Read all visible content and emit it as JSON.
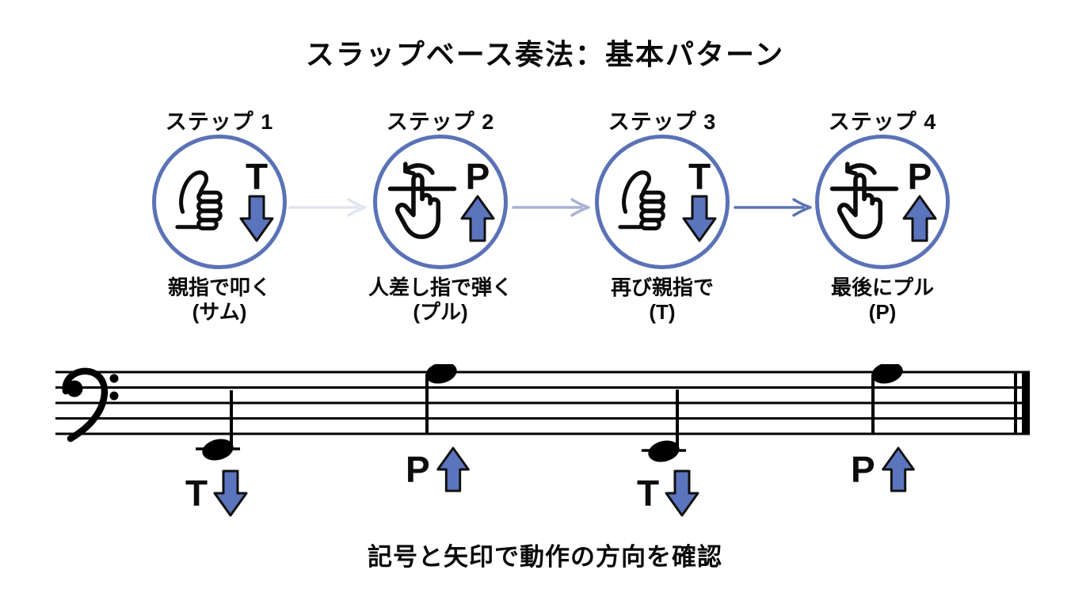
{
  "title": "スラップベース奏法：基本パターン",
  "caption": "記号と矢印で動作の方向を確認",
  "colors": {
    "circle_border": "#5a72b6",
    "block_arrow_fill": "#5b74be",
    "block_arrow_outline": "#101010",
    "flow_arrow_stage1": "#e2e4ef",
    "flow_arrow_stage2": "#a9b2d4",
    "flow_arrow_stage3": "#5b72b5",
    "ink": "#0a0a0a",
    "background": "#ffffff"
  },
  "steps": [
    {
      "label": "ステップ 1",
      "symbol": "T",
      "direction": "down",
      "icon": "thumb-slap-icon",
      "desc_line1": "親指で叩く",
      "desc_line2": "(サム)"
    },
    {
      "label": "ステップ 2",
      "symbol": "P",
      "direction": "up",
      "icon": "finger-pull-icon",
      "desc_line1": "人差し指で弾く",
      "desc_line2": "(プル)"
    },
    {
      "label": "ステップ 3",
      "symbol": "T",
      "direction": "down",
      "icon": "thumb-slap-icon",
      "desc_line1": "再び親指で",
      "desc_line2": "(T)"
    },
    {
      "label": "ステップ 4",
      "symbol": "P",
      "direction": "up",
      "icon": "finger-pull-icon",
      "desc_line1": "最後にプル",
      "desc_line2": "(P)"
    }
  ],
  "notation": {
    "clef": "bass",
    "ending": "final-double-barline",
    "notes": [
      {
        "beat": 1,
        "symbol": "T",
        "direction": "down",
        "position": "below-staff-ledger"
      },
      {
        "beat": 2,
        "symbol": "P",
        "direction": "up",
        "position": "top-line"
      },
      {
        "beat": 3,
        "symbol": "T",
        "direction": "down",
        "position": "below-staff-ledger"
      },
      {
        "beat": 4,
        "symbol": "P",
        "direction": "up",
        "position": "top-line"
      }
    ]
  }
}
